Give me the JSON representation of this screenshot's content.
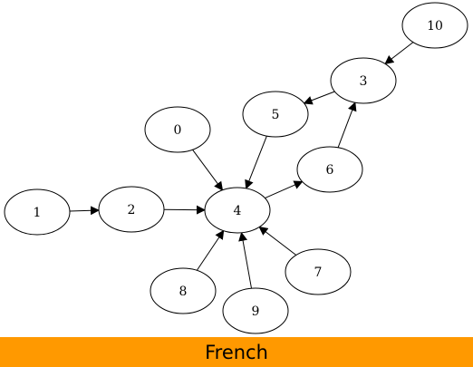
{
  "graph": {
    "nodes": [
      {
        "id": "n0",
        "label": "0"
      },
      {
        "id": "n1",
        "label": "1"
      },
      {
        "id": "n2",
        "label": "2"
      },
      {
        "id": "n3",
        "label": "3"
      },
      {
        "id": "n4",
        "label": "4"
      },
      {
        "id": "n5",
        "label": "5"
      },
      {
        "id": "n6",
        "label": "6"
      },
      {
        "id": "n7",
        "label": "7"
      },
      {
        "id": "n8",
        "label": "8"
      },
      {
        "id": "n9",
        "label": "9"
      },
      {
        "id": "n10",
        "label": "10"
      }
    ],
    "edges": [
      {
        "from": "1",
        "to": "2"
      },
      {
        "from": "2",
        "to": "4"
      },
      {
        "from": "0",
        "to": "4"
      },
      {
        "from": "5",
        "to": "4"
      },
      {
        "from": "4",
        "to": "6"
      },
      {
        "from": "6",
        "to": "3"
      },
      {
        "from": "3",
        "to": "5"
      },
      {
        "from": "10",
        "to": "3"
      },
      {
        "from": "8",
        "to": "4"
      },
      {
        "from": "9",
        "to": "4"
      },
      {
        "from": "7",
        "to": "4"
      }
    ]
  },
  "footer": {
    "label": "French",
    "color": "#ff9900"
  }
}
